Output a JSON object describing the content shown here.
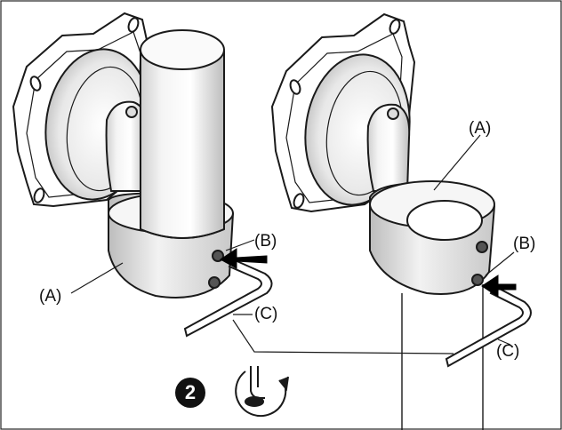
{
  "labels": {
    "left_a": "(A)",
    "left_b": "(B)",
    "left_c": "(C)",
    "right_a": "(A)",
    "right_b": "(B)",
    "right_c": "(C)"
  },
  "step": {
    "number": "2",
    "icon": "rotate-wrench-icon"
  },
  "colors": {
    "line": "#1a1a1a",
    "arrow": "#000000",
    "shading": "#d9d9d9",
    "background": "#ffffff"
  }
}
